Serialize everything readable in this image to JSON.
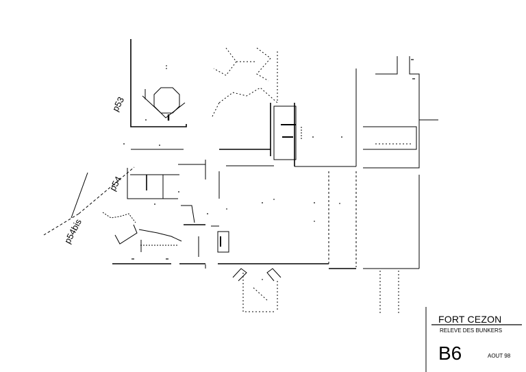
{
  "drawing": {
    "points": {
      "p53": "p53",
      "p54": "p54",
      "p54bis": "p54bis"
    },
    "title_block": {
      "title": "FORT CEZON",
      "subtitle": "RELEVE DES BUNKERS",
      "code": "B6",
      "date": "AOUT 98"
    },
    "line_color": "#000000",
    "background": "#ffffff"
  }
}
